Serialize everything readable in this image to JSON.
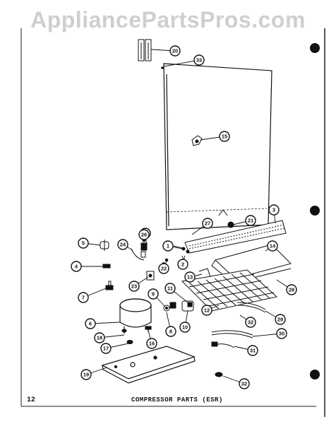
{
  "watermark": "AppliancePartsPros.com",
  "page_number": "12",
  "caption": "COMPRESSOR PARTS (ESR)",
  "callouts": [
    "20",
    "33",
    "15",
    "3",
    "21",
    "27",
    "25",
    "26",
    "5",
    "24",
    "1",
    "14",
    "4",
    "22",
    "2",
    "13",
    "23",
    "7",
    "9",
    "11",
    "28",
    "12",
    "6",
    "8",
    "10",
    "32",
    "29",
    "18",
    "16",
    "30",
    "17",
    "31",
    "19",
    "32"
  ]
}
